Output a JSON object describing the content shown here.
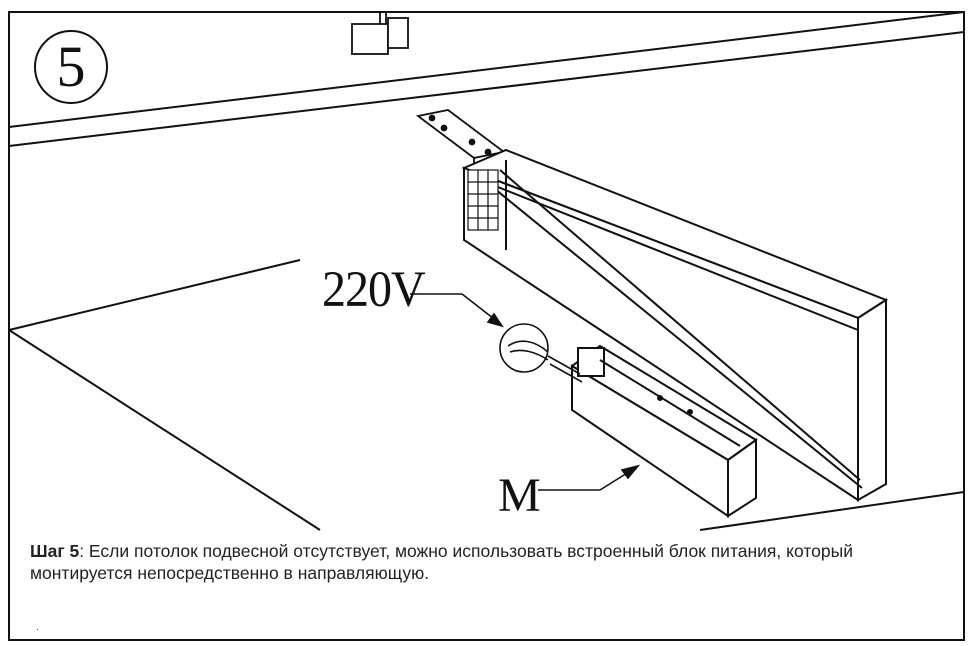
{
  "step_number": "5",
  "labels": {
    "voltage": "220V",
    "module": "M"
  },
  "caption": {
    "step_label": "Шаг 5",
    "text": ": Если потолок подвесной отсутствует, можно использовать встроенный блок питания, который монтируется непосредственно в направляющую."
  },
  "footer_mark": "."
}
